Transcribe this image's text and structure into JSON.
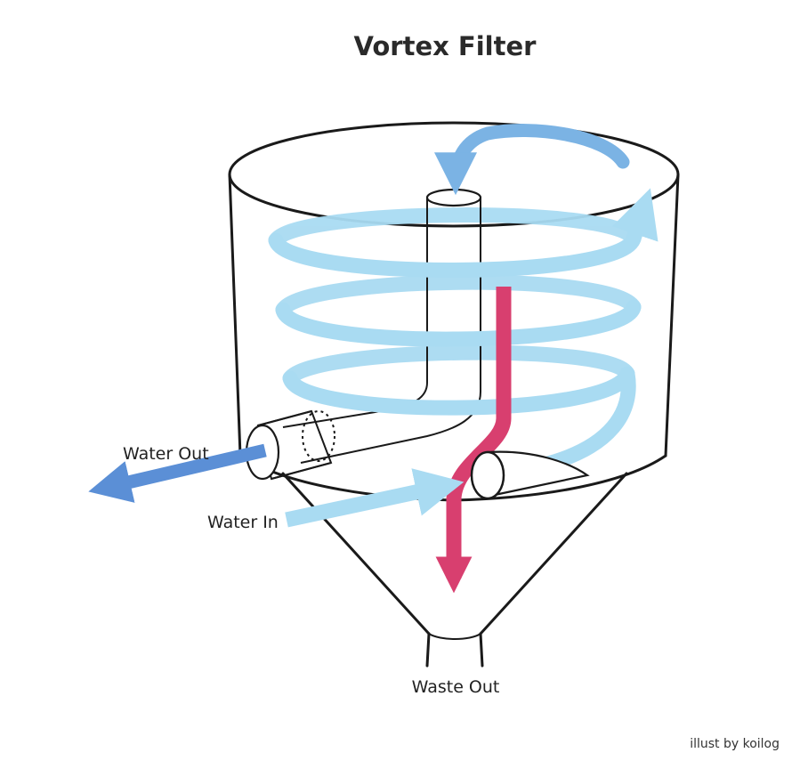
{
  "title": "Vortex Filter",
  "labels": {
    "water_out": "Water Out",
    "water_in": "Water In",
    "waste_out": "Waste Out"
  },
  "credit": "illust by koilog",
  "colors": {
    "clean_water": "#a9dbf2",
    "outlet_water": "#5b8fd6",
    "waste": "#d83f6f",
    "outline": "#1a1a1a"
  }
}
